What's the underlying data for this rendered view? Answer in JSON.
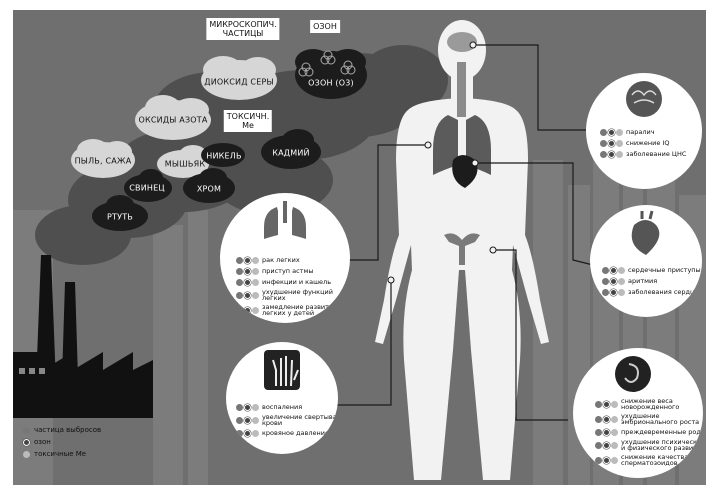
{
  "tags": {
    "micro": "МИКРОСКОПИЧ.\nЧАСТИЦЫ",
    "ozone": "ОЗОН",
    "toxic": "ТОКСИЧН.\nМе"
  },
  "clouds": {
    "dioxide": "ДИОКСИД СЕРЫ",
    "ozone_o3": "ОЗОН (О3)",
    "nitrogen": "ОКСИДЫ АЗОТА",
    "dust": "ПЫЛЬ, САЖА",
    "arsenic": "МЫШЬЯК",
    "nickel": "НИКЕЛЬ",
    "cadmium": "КАДМИЙ",
    "lead": "СВИНЕЦ",
    "chrome": "ХРОМ",
    "mercury": "РТУТЬ"
  },
  "lungs": {
    "items": [
      {
        "icons": "p o t",
        "text": "рак легких"
      },
      {
        "icons": "p o t",
        "text": "приступ астмы"
      },
      {
        "icons": "p o t",
        "text": "инфекции и кашель"
      },
      {
        "icons": "p o t",
        "text": "ухудшение функций\nлегких"
      },
      {
        "icons": "p o t",
        "text": "замедление развития\nлегких у детей"
      }
    ]
  },
  "brain": {
    "items": [
      {
        "icons": "p o t",
        "text": "паралич"
      },
      {
        "icons": "p o t",
        "text": "снижение IQ"
      },
      {
        "icons": "p o t",
        "text": "заболевание ЦНС"
      }
    ]
  },
  "heart": {
    "items": [
      {
        "icons": "p o t",
        "text": "сердечные приступы"
      },
      {
        "icons": "p o t",
        "text": "аритмия"
      },
      {
        "icons": "p o t",
        "text": "заболевания сердца"
      }
    ]
  },
  "hand": {
    "items": [
      {
        "icons": "p o t",
        "text": "воспаления"
      },
      {
        "icons": "p o t",
        "text": "увеличение свертывания\nкрови"
      },
      {
        "icons": "p o t",
        "text": "кровяное давление"
      }
    ]
  },
  "fetus": {
    "items": [
      {
        "icons": "p o t",
        "text": "снижение веса\nноворожденного"
      },
      {
        "icons": "p o t",
        "text": "ухудшение\nэмбрионального роста"
      },
      {
        "icons": "p o t",
        "text": "преждевременные роды"
      },
      {
        "icons": "p o t",
        "text": "ухудшение психического\nи физического развития"
      },
      {
        "icons": "p o t",
        "text": "снижение качества\nсперматозоидов"
      }
    ]
  },
  "legend": [
    {
      "icon": "p",
      "text": "частица выбросов"
    },
    {
      "icon": "o",
      "text": "озон"
    },
    {
      "icon": "t",
      "text": "токсичные Ме"
    }
  ],
  "colors": {
    "background": "#6f6f6f",
    "smoke": "#4a4a4a",
    "cloud_light": "#d8d8d8",
    "cloud_dark": "#1c1c1c",
    "silhouette": "#f2f2f2",
    "factory": "#111111"
  }
}
